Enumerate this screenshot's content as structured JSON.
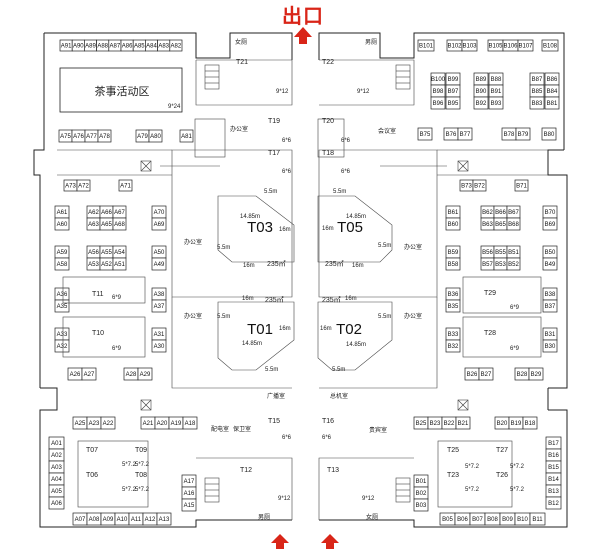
{
  "exit_label": "出口",
  "stands": {
    "T01": {
      "name": "T01",
      "area": "235㎡",
      "side_a": "14.85m",
      "side_b": "16m",
      "side_c": "16m",
      "corner": "5.5m",
      "corner2": "5.5m"
    },
    "T02": {
      "name": "T02",
      "area": "235㎡",
      "side_a": "14.85m",
      "side_b": "16m",
      "side_c": "16m",
      "corner": "5.5m",
      "corner2": "5.5m"
    },
    "T03": {
      "name": "T03",
      "area": "235㎡",
      "side_a": "14.85m",
      "side_b": "16m",
      "side_c": "16m",
      "corner": "5.5m",
      "corner2": "5.5m"
    },
    "T05": {
      "name": "T05",
      "area": "235㎡",
      "side_a": "14.85m",
      "side_b": "16m",
      "side_c": "16m",
      "corner": "5.5m",
      "corner2": "5.5m"
    }
  },
  "tea_area": {
    "name": "茶事活动区",
    "size": "9*24"
  },
  "rooms": {
    "female_toilet": "女厕",
    "male_toilet": "男厕",
    "office": "办公室",
    "meeting_room": "会议室",
    "power_room": "配电室",
    "security_room": "保卫室",
    "broadcast_room": "广播室",
    "control_room": "总机室",
    "vip_room": "贵宾室"
  },
  "medium_stands": [
    {
      "name": "T21",
      "size": "9*12"
    },
    {
      "name": "T22",
      "size": "9*12"
    },
    {
      "name": "T19",
      "size": "6*6"
    },
    {
      "name": "T17",
      "size": "6*6"
    },
    {
      "name": "T20",
      "size": "6*6"
    },
    {
      "name": "T18",
      "size": "6*6"
    },
    {
      "name": "T11",
      "size": "6*9"
    },
    {
      "name": "T10",
      "size": "6*9"
    },
    {
      "name": "T29",
      "size": "6*9"
    },
    {
      "name": "T28",
      "size": "6*9"
    },
    {
      "name": "T15",
      "size": "6*6"
    },
    {
      "name": "T16",
      "size": "6*6"
    },
    {
      "name": "T12",
      "size": "9*12"
    },
    {
      "name": "T13",
      "size": "9*12"
    },
    {
      "name": "T07",
      "size": "5*7.2"
    },
    {
      "name": "T06",
      "size": "5*7.2"
    },
    {
      "name": "T09",
      "size": "5*7.2"
    },
    {
      "name": "T08",
      "size": "5*7.2"
    },
    {
      "name": "T25",
      "size": "5*7.2"
    },
    {
      "name": "T23",
      "size": "5*7.2"
    },
    {
      "name": "T27",
      "size": "5*7.2"
    },
    {
      "name": "T26",
      "size": "5*7.2"
    }
  ],
  "booths": {
    "top_left_row": [
      "A91",
      "A90",
      "A89",
      "A88",
      "A87",
      "A86",
      "A85",
      "A84",
      "A83",
      "A82"
    ],
    "top_right_row": [
      "B101",
      "B102",
      "B103",
      "B105",
      "B106",
      "B107",
      "B108"
    ],
    "top_right_grid": [
      "B100",
      "B99",
      "B89",
      "B88",
      "B87",
      "B86",
      "B98",
      "B97",
      "B90",
      "B91",
      "B85",
      "B84",
      "B96",
      "B95",
      "B92",
      "B93",
      "B83",
      "B81"
    ],
    "left_lower_row": [
      "A75",
      "A76",
      "A77",
      "A78",
      "A79",
      "A80",
      "A81"
    ],
    "right_lower_row": [
      "B75",
      "B76",
      "B77",
      "B78",
      "B79",
      "B80"
    ],
    "left_mid": [
      "A73",
      "A72",
      "A71",
      "A61",
      "A60",
      "A62",
      "A66",
      "A67",
      "A63",
      "A65",
      "A68",
      "A70",
      "A69",
      "A59",
      "A58",
      "A56",
      "A55",
      "A54",
      "A53",
      "A52",
      "A51",
      "A50",
      "A49",
      "A36",
      "A35",
      "A38",
      "A37",
      "A33",
      "A32",
      "A31",
      "A30",
      "A26",
      "A27",
      "A28",
      "A29"
    ],
    "right_mid": [
      "B73",
      "B72",
      "B71",
      "B61",
      "B60",
      "B62",
      "B66",
      "B67",
      "B70",
      "B63",
      "B65",
      "B68",
      "B69",
      "B59",
      "B58",
      "B56",
      "B55",
      "B51",
      "B50",
      "B57",
      "B53",
      "B52",
      "B49",
      "B36",
      "B35",
      "B38",
      "B37",
      "B33",
      "B32",
      "B31",
      "B30",
      "B26",
      "B27",
      "B28",
      "B29"
    ],
    "bottom_left": [
      "A25",
      "A23",
      "A22",
      "A21",
      "A20",
      "A19",
      "A18",
      "A01",
      "A02",
      "A03",
      "A04",
      "A05",
      "A06",
      "A17",
      "A16",
      "A15",
      "A07",
      "A08",
      "A09",
      "A10",
      "A11",
      "A12",
      "A13"
    ],
    "bottom_right": [
      "B25",
      "B23",
      "B22",
      "B21",
      "B20",
      "B19",
      "B18",
      "B17",
      "B16",
      "B15",
      "B14",
      "B13",
      "B12",
      "B01",
      "B02",
      "B03",
      "B05",
      "B06",
      "B07",
      "B08",
      "B09",
      "B10",
      "B11"
    ]
  }
}
